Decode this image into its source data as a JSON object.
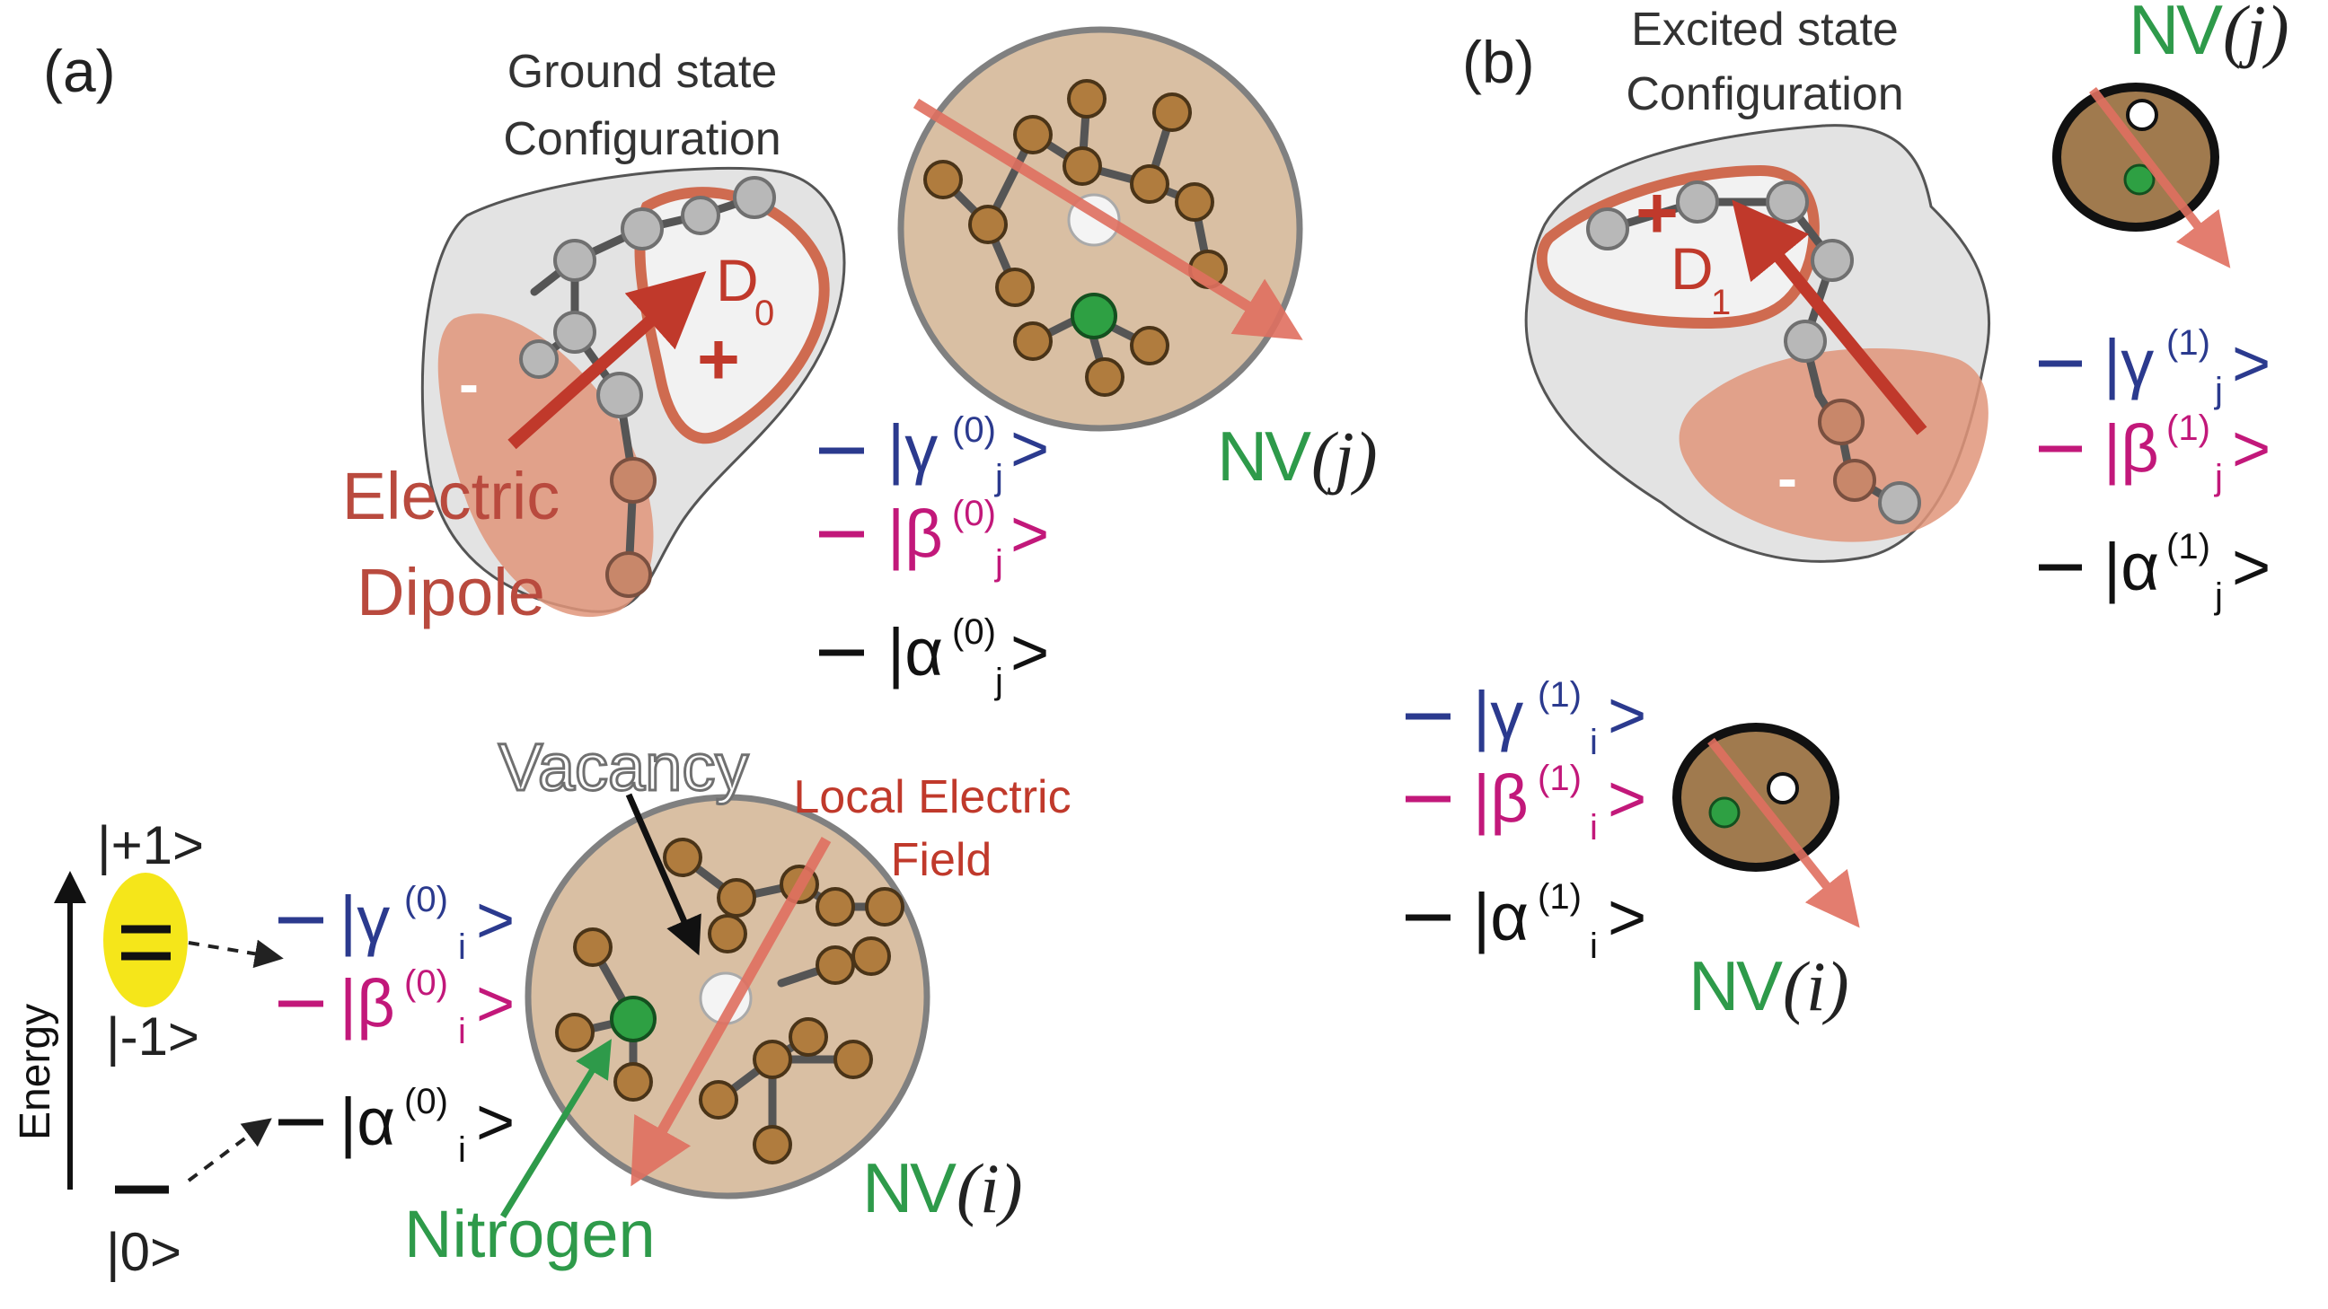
{
  "panels": {
    "a": {
      "label": "(a)",
      "ground_title": [
        "Ground state",
        "Configuration"
      ],
      "dipole_label": "D",
      "dipole_sub": "0",
      "plus": "+",
      "minus": "-",
      "electric_dipole": [
        "Electric",
        "Dipole"
      ],
      "nv_j": {
        "N": "N",
        "V": "V",
        "idx": "(j)"
      },
      "nv_i": {
        "N": "N",
        "V": "V",
        "idx": "(i)"
      },
      "states_j": [
        {
          "greek": "γ",
          "sup": "(0)",
          "sub": "j",
          "color": "#2b3a8e"
        },
        {
          "greek": "β",
          "sup": "(0)",
          "sub": "j",
          "color": "#c2187a"
        },
        {
          "greek": "α",
          "sup": "(0)",
          "sub": "j",
          "color": "#111111"
        }
      ],
      "states_i": [
        {
          "greek": "γ",
          "sup": "(0)",
          "sub": "i",
          "color": "#2b3a8e"
        },
        {
          "greek": "β",
          "sup": "(0)",
          "sub": "i",
          "color": "#c2187a"
        },
        {
          "greek": "α",
          "sup": "(0)",
          "sub": "i",
          "color": "#111111"
        }
      ],
      "vacancy_label": "Vacancy",
      "local_field": [
        "Local Electric",
        "Field"
      ],
      "nitrogen_label": "Nitrogen",
      "energy_label": "Energy",
      "spin_levels": {
        "plus1": "|+1>",
        "minus1": "|-1>",
        "zero": "|0>"
      }
    },
    "b": {
      "label": "(b)",
      "excited_title": [
        "Excited state",
        "Configuration"
      ],
      "dipole_label": "D",
      "dipole_sub": "1",
      "plus": "+",
      "minus": "-",
      "nv_j": {
        "N": "N",
        "V": "V",
        "idx": "(j)"
      },
      "nv_i": {
        "N": "N",
        "V": "V",
        "idx": "(i)"
      },
      "states_j": [
        {
          "greek": "γ",
          "sup": "(1)",
          "sub": "j",
          "color": "#2b3a8e"
        },
        {
          "greek": "β",
          "sup": "(1)",
          "sub": "j",
          "color": "#c2187a"
        },
        {
          "greek": "α",
          "sup": "(1)",
          "sub": "j",
          "color": "#111111"
        }
      ],
      "states_i": [
        {
          "greek": "γ",
          "sup": "(1)",
          "sub": "i",
          "color": "#2b3a8e"
        },
        {
          "greek": "β",
          "sup": "(1)",
          "sub": "i",
          "color": "#c2187a"
        },
        {
          "greek": "α",
          "sup": "(1)",
          "sub": "i",
          "color": "#111111"
        }
      ]
    }
  },
  "colors": {
    "dipole_red": "#c0392b",
    "label_red": "#b94a3e",
    "field_salmon": "#e07060",
    "nv_green": "#2e9a4a",
    "crystal_fill": "#d9bfa3",
    "cloud_gray": "#e3e3e3",
    "carbon": "#b07c3e",
    "nitrogen_atom": "#2ea043",
    "spin_yellow": "#f5e61a"
  }
}
